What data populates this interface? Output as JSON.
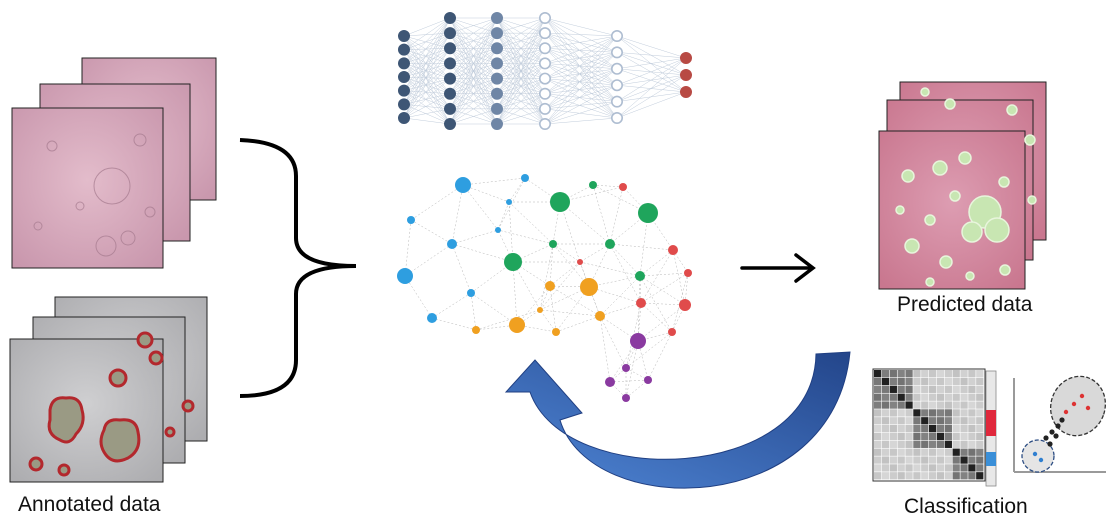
{
  "labels": {
    "annotated": "Annotated data",
    "predicted": "Predicted data",
    "classification": "Classification"
  },
  "colors": {
    "micro_bg": "#d9a9bd",
    "annot_bg": "#c2c2c4",
    "outline": "#b3282d",
    "pred_bg": "#d58ca3",
    "pred_blob": "#c8e6b2",
    "loop_arrow": "#3a67b3",
    "nn_dark": "#3e5675",
    "nn_mid": "#6f86a6",
    "nn_light": "#aebdd1",
    "nn_out": "#b84a44",
    "brain_blue": "#2e9ee0",
    "brain_green": "#1fa55c",
    "brain_orange": "#f0a020",
    "brain_red": "#e04b4b",
    "brain_purple": "#8a3aa0"
  }
}
